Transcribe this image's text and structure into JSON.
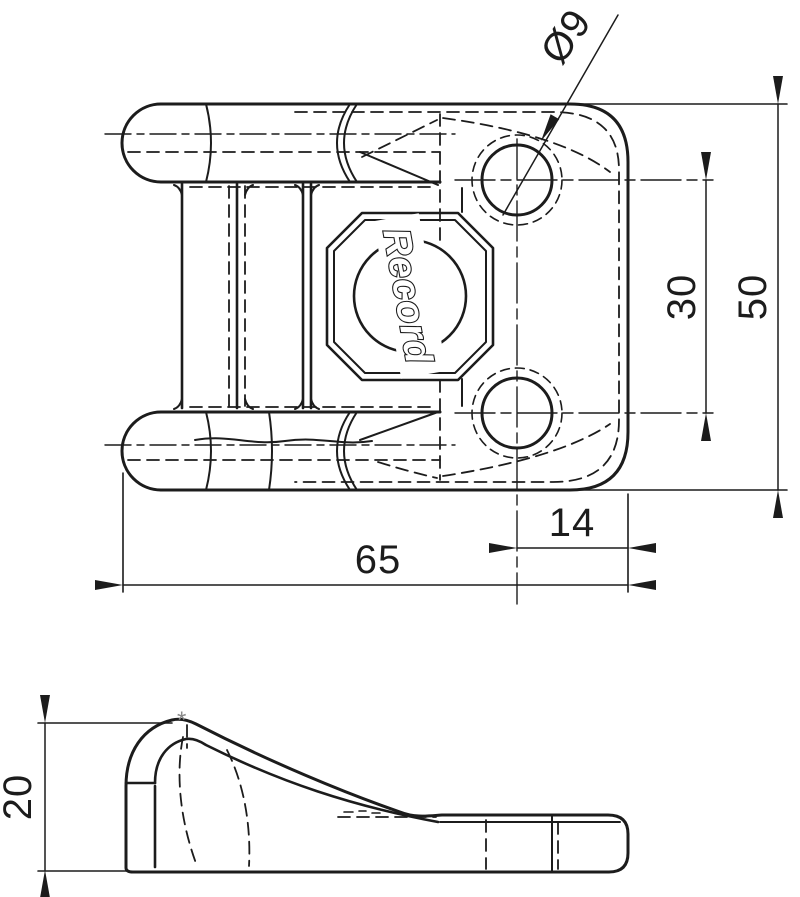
{
  "drawing": {
    "background": "#ffffff",
    "line_color": "#1c1c1c",
    "logo_text": "Record",
    "reference_mark": "*",
    "dimensions": {
      "hole_diameter": "Ø9",
      "hole_spacing": "30",
      "plate_height": "50",
      "hole_edge_distance": "14",
      "plate_width": "65",
      "profile_height": "20"
    }
  }
}
